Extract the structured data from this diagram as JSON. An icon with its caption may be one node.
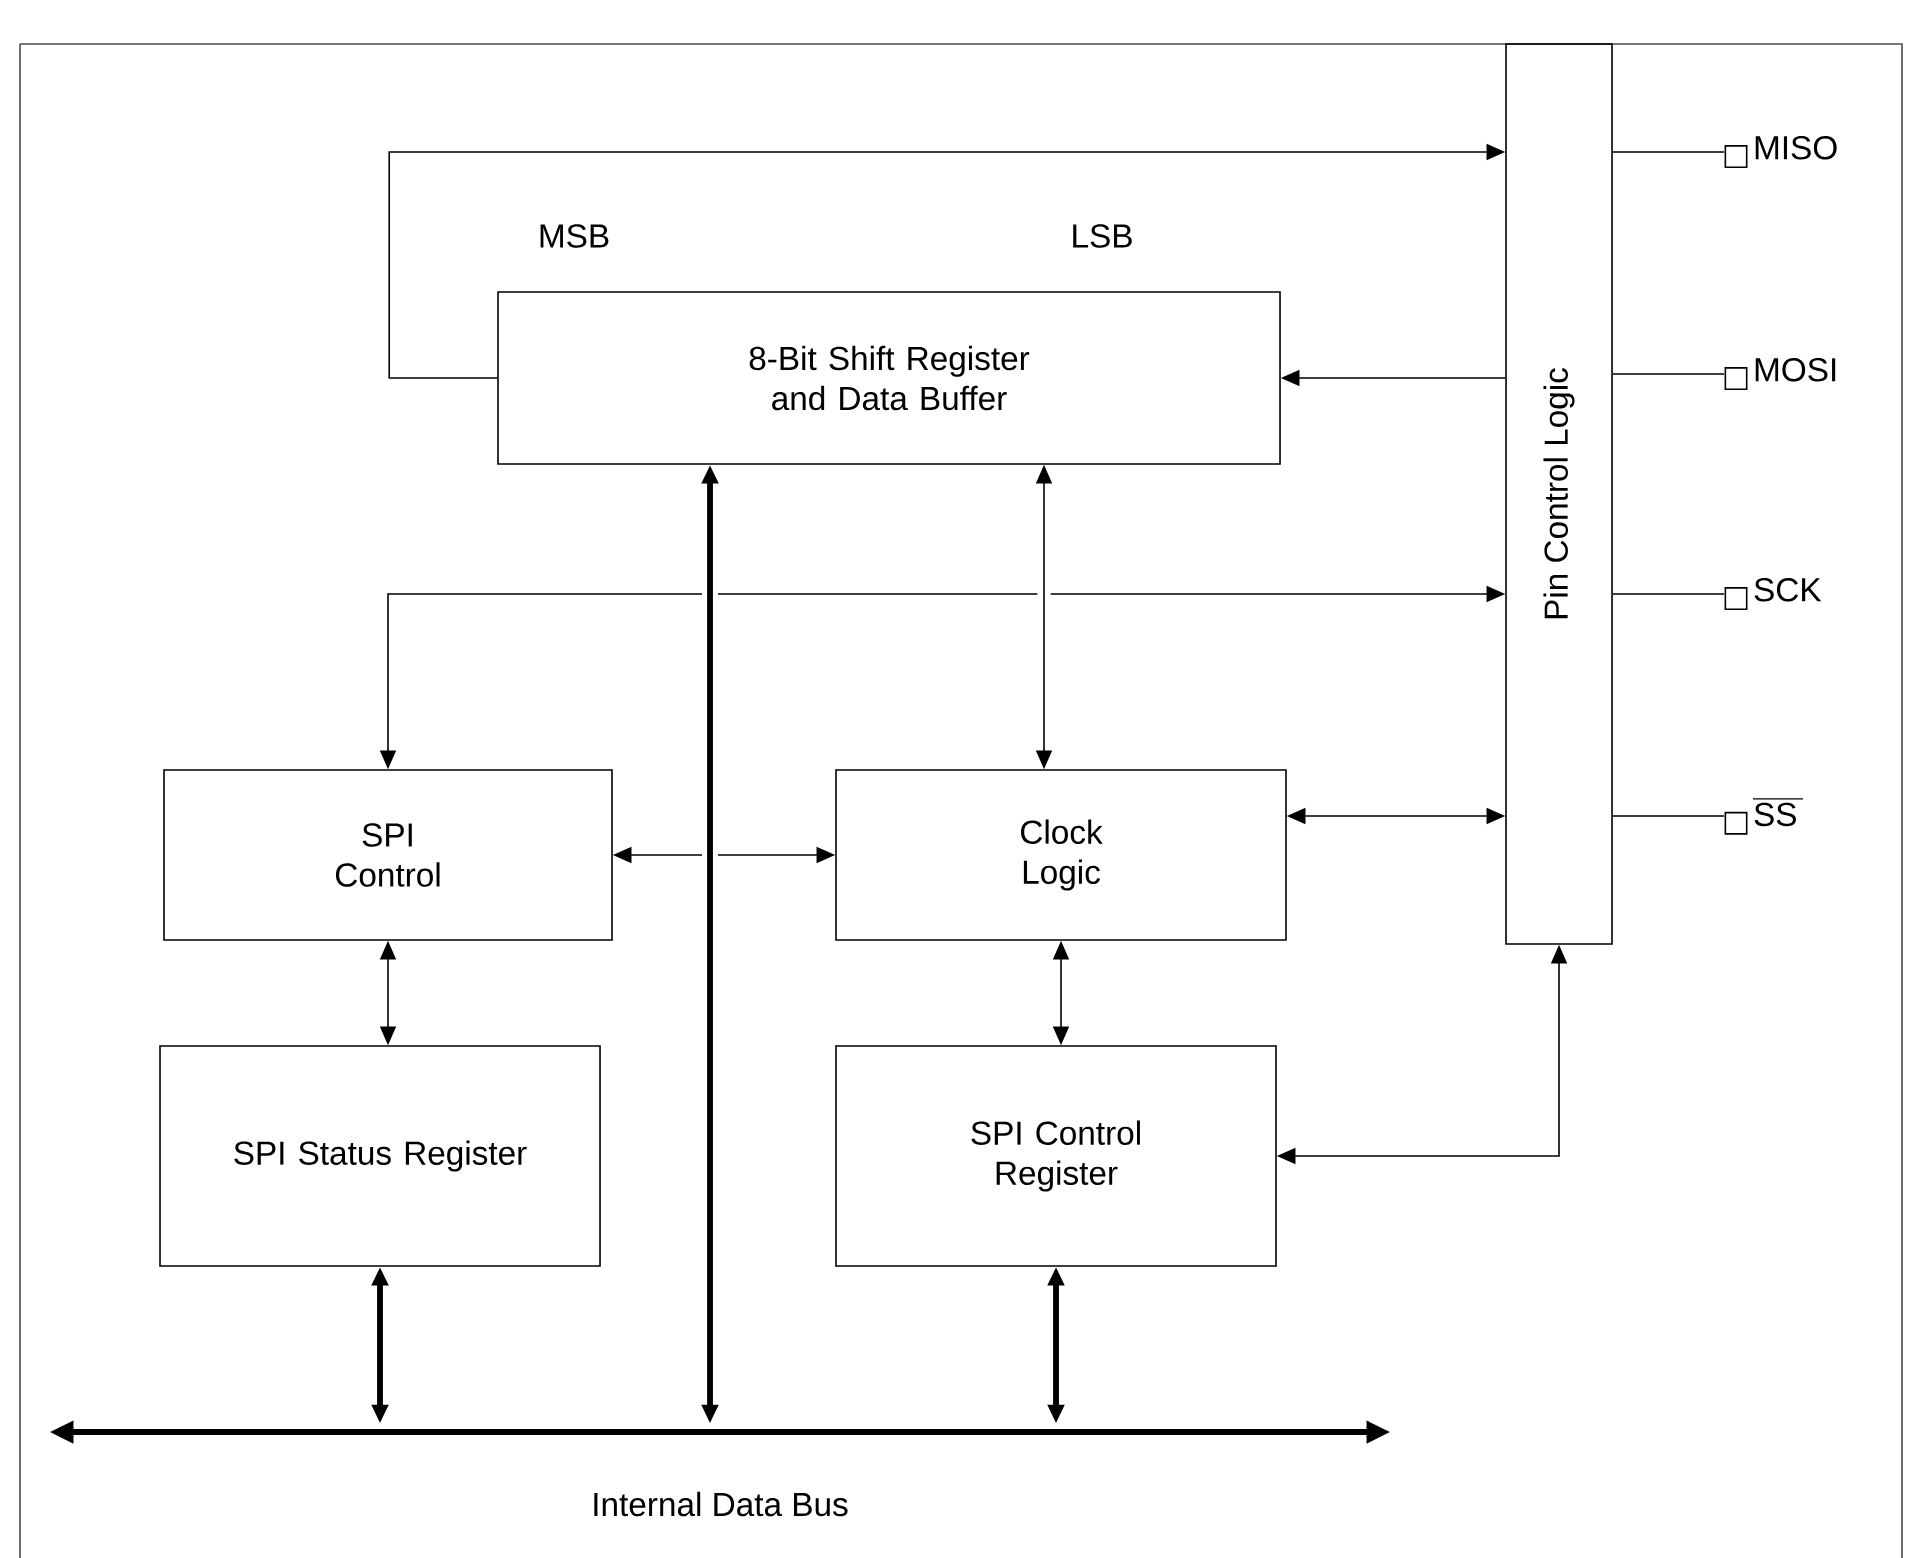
{
  "diagram": {
    "nodes": [
      {
        "text": [
          "8-Bit Shift Register and Data Buffer"
        ]
      },
      {
        "text": [
          "Pin Control Logic"
        ]
      },
      {
        "text": [
          "SPI Control"
        ]
      },
      {
        "text": [
          "Clock Logic"
        ]
      },
      {
        "text": [
          "SPI Status Register"
        ]
      },
      {
        "text": [
          "SPI Control Register"
        ]
      },
      {
        "text": [
          "Internal Data Bus"
        ]
      },
      {
        "text": [
          "MISO"
        ]
      },
      {
        "text": [
          "MOSI"
        ]
      },
      {
        "text": [
          "SCK"
        ]
      },
      {
        "text": [
          "SS"
        ]
      }
    ],
    "edges": [
      {
        "from": 0,
        "to": 1,
        "arrow": "to"
      },
      {
        "from": 1,
        "to": 0,
        "arrow": "to"
      },
      {
        "from": 0,
        "to": 6,
        "arrow": "both",
        "style": "thick"
      },
      {
        "from": 0,
        "to": 3,
        "arrow": "both"
      },
      {
        "from": 2,
        "to": 1,
        "arrow": "both"
      },
      {
        "from": 2,
        "to": 3,
        "arrow": "both"
      },
      {
        "from": 3,
        "to": 1,
        "arrow": "both"
      },
      {
        "from": 2,
        "to": 4,
        "arrow": "both"
      },
      {
        "from": 3,
        "to": 5,
        "arrow": "both"
      },
      {
        "from": 4,
        "to": 6,
        "arrow": "both",
        "style": "thick"
      },
      {
        "from": 5,
        "to": 6,
        "arrow": "both",
        "style": "thick"
      },
      {
        "from": 5,
        "to": 1,
        "arrow": "both"
      },
      {
        "from": 1,
        "to": 7,
        "arrow": "none"
      },
      {
        "from": 1,
        "to": 8,
        "arrow": "none"
      },
      {
        "from": 1,
        "to": 9,
        "arrow": "none"
      },
      {
        "from": 1,
        "to": 10,
        "arrow": "none"
      }
    ],
    "labels": [
      "MSB",
      "LSB"
    ]
  }
}
